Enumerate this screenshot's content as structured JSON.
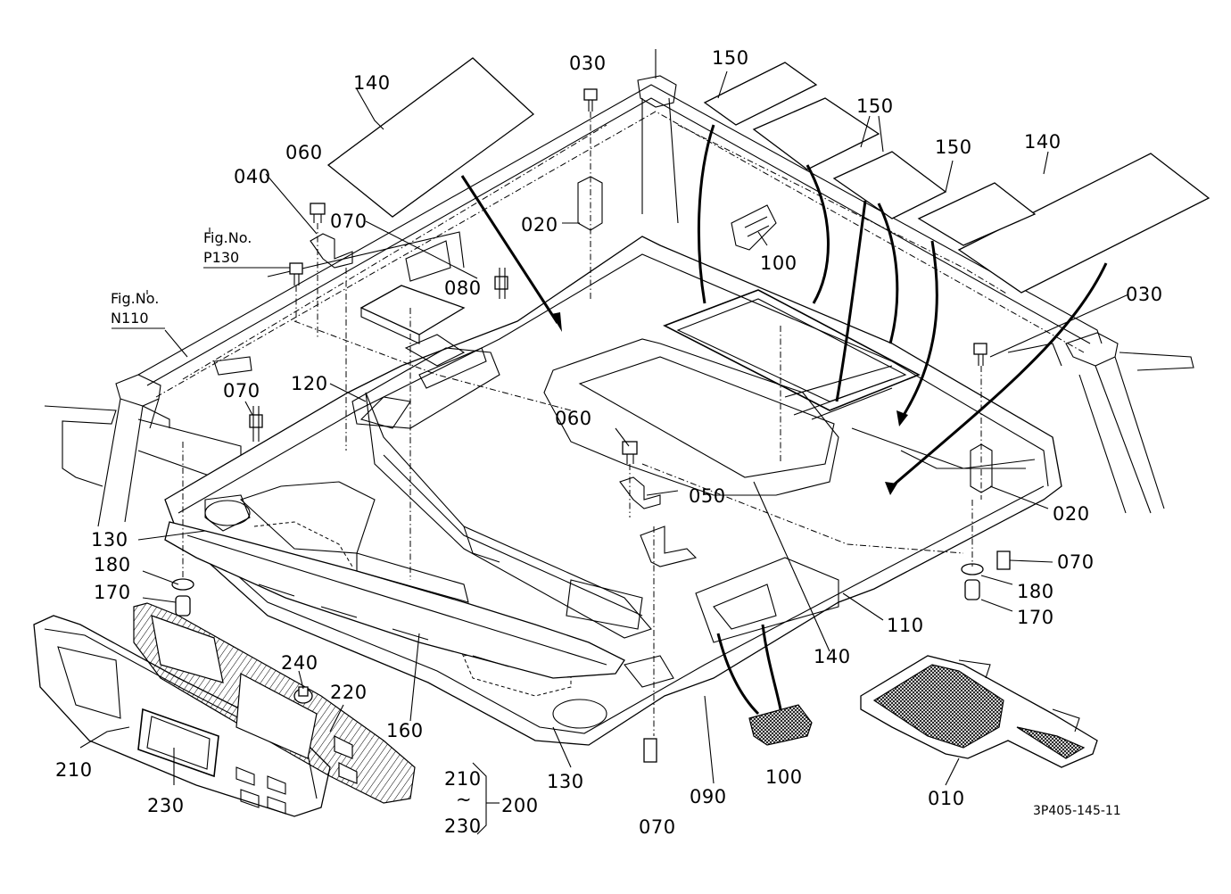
{
  "drawing_code": "3P405-145-11",
  "figure_refs": [
    {
      "line1": "Fig.No.",
      "line2": "P130"
    },
    {
      "line1": "Fig.No.",
      "line2": "N110"
    }
  ],
  "callouts": {
    "c030_top": "030",
    "c150_a": "150",
    "c150_b": "150",
    "c150_c": "150",
    "c140_tr": "140",
    "c140_tl": "140",
    "c060_l": "060",
    "c040": "040",
    "c070_top": "070",
    "c020_top": "020",
    "c100_top": "100",
    "c080": "080",
    "c030_r": "030",
    "c070_l": "070",
    "c120": "120",
    "c060_m": "060",
    "c050": "050",
    "c020_r": "020",
    "c130_l": "130",
    "c180_l": "180",
    "c170_l": "170",
    "c070_r": "070",
    "c180_r": "180",
    "c170_r": "170",
    "c110": "110",
    "c140_m": "140",
    "c240": "240",
    "c220": "220",
    "c160": "160",
    "c210": "210",
    "c230": "230",
    "c210_range": "210",
    "c230_range": "230",
    "c200": "200",
    "c130_b": "130",
    "c070_b": "070",
    "c090": "090",
    "c100_b": "100",
    "c010": "010",
    "tilde": "~"
  }
}
